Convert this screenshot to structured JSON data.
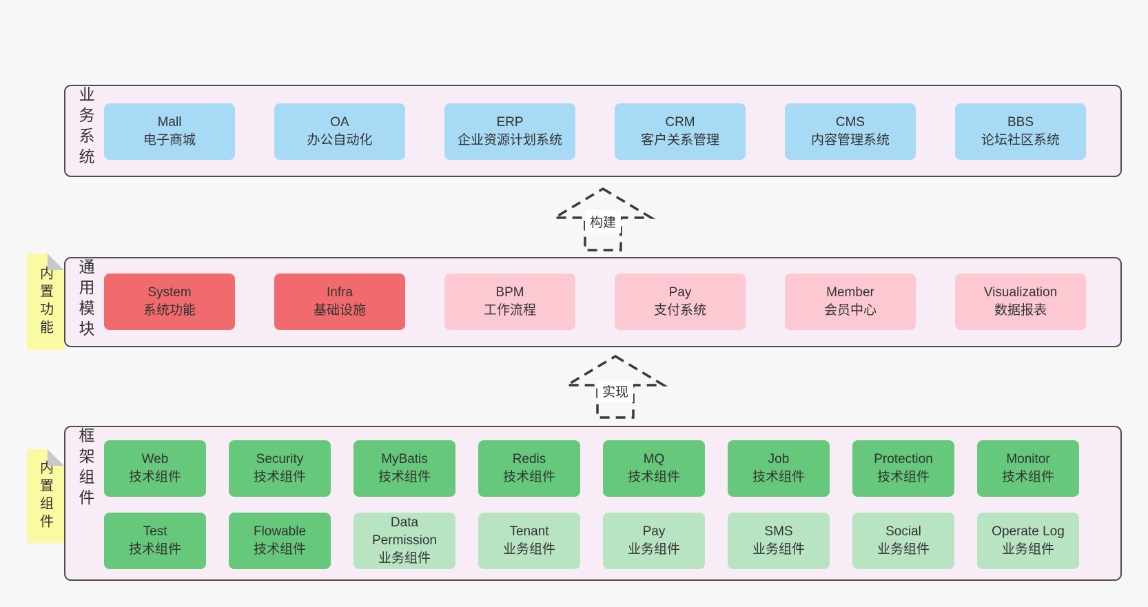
{
  "palette": {
    "page-bg": "#f7f7f7",
    "layer-bg": "#f8edf6",
    "layer-border": "#4d4d4d",
    "blue": "#a7daf4",
    "red": "#f16b6e",
    "pink": "#fcc9d3",
    "green": "#65c87b",
    "lightgreen": "#b8e4c2",
    "yellow": "#fafaa2",
    "fold": "#c8c8c8",
    "text": "#333333",
    "arrow": "#3a3a3a"
  },
  "layers": [
    {
      "side_label": "业务系统",
      "rows": [
        [
          {
            "en": "Mall",
            "zh": "电子商城",
            "variant": "blue"
          },
          {
            "en": "OA",
            "zh": "办公自动化",
            "variant": "blue"
          },
          {
            "en": "ERP",
            "zh": "企业资源计划系统",
            "variant": "blue"
          },
          {
            "en": "CRM",
            "zh": "客户关系管理",
            "variant": "blue"
          },
          {
            "en": "CMS",
            "zh": "内容管理系统",
            "variant": "blue"
          },
          {
            "en": "BBS",
            "zh": "论坛社区系统",
            "variant": "blue"
          }
        ]
      ]
    },
    {
      "side_label": "通用模块",
      "note": "内置功能",
      "rows": [
        [
          {
            "en": "System",
            "zh": "系统功能",
            "variant": "red"
          },
          {
            "en": "Infra",
            "zh": "基础设施",
            "variant": "red"
          },
          {
            "en": "BPM",
            "zh": "工作流程",
            "variant": "pink"
          },
          {
            "en": "Pay",
            "zh": "支付系统",
            "variant": "pink"
          },
          {
            "en": "Member",
            "zh": "会员中心",
            "variant": "pink"
          },
          {
            "en": "Visualization",
            "zh": "数据报表",
            "variant": "pink"
          }
        ]
      ]
    },
    {
      "side_label": "框架组件",
      "note": "内置组件",
      "rows": [
        [
          {
            "en": "Web",
            "zh": "技术组件",
            "variant": "green"
          },
          {
            "en": "Security",
            "zh": "技术组件",
            "variant": "green"
          },
          {
            "en": "MyBatis",
            "zh": "技术组件",
            "variant": "green"
          },
          {
            "en": "Redis",
            "zh": "技术组件",
            "variant": "green"
          },
          {
            "en": "MQ",
            "zh": "技术组件",
            "variant": "green"
          },
          {
            "en": "Job",
            "zh": "技术组件",
            "variant": "green"
          },
          {
            "en": "Protection",
            "zh": "技术组件",
            "variant": "green"
          },
          {
            "en": "Monitor",
            "zh": "技术组件",
            "variant": "green"
          }
        ],
        [
          {
            "en": "Test",
            "zh": "技术组件",
            "variant": "green"
          },
          {
            "en": "Flowable",
            "zh": "技术组件",
            "variant": "green"
          },
          {
            "en": "Data Permission",
            "zh": "业务组件",
            "variant": "lightgreen"
          },
          {
            "en": "Tenant",
            "zh": "业务组件",
            "variant": "lightgreen"
          },
          {
            "en": "Pay",
            "zh": "业务组件",
            "variant": "lightgreen"
          },
          {
            "en": "SMS",
            "zh": "业务组件",
            "variant": "lightgreen"
          },
          {
            "en": "Social",
            "zh": "业务组件",
            "variant": "lightgreen"
          },
          {
            "en": "Operate Log",
            "zh": "业务组件",
            "variant": "lightgreen"
          }
        ]
      ]
    }
  ],
  "arrows": [
    {
      "label": "构建"
    },
    {
      "label": "实现"
    }
  ]
}
